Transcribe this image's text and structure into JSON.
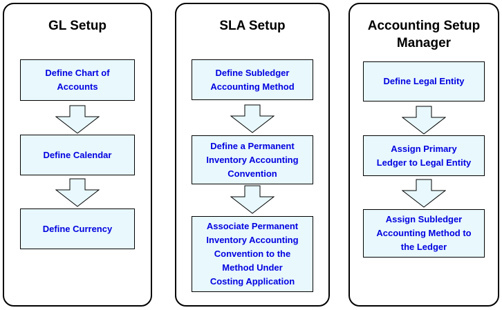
{
  "diagram": {
    "columns": [
      {
        "title": "GL Setup",
        "boxes": [
          "Define Chart of\nAccounts",
          "Define Calendar",
          "Define Currency"
        ]
      },
      {
        "title": "SLA Setup",
        "boxes": [
          "Define Subledger\nAccounting Method",
          "Define a Permanent\nInventory Accounting\nConvention",
          "Associate Permanent\nInventory Accounting\nConvention to the\nMethod Under\nCosting Application"
        ]
      },
      {
        "title": "Accounting Setup\nManager",
        "boxes": [
          "Define Legal Entity",
          "Assign Primary\nLedger to Legal Entity",
          "Assign Subledger\nAccounting Method to\nthe Ledger"
        ]
      }
    ],
    "colors": {
      "box_fill": "#E8F8FC",
      "box_border": "#000000",
      "box_text": "#0000E0",
      "arrow_fill": "#E8F8FC",
      "arrow_outline": "#000000",
      "panel_border": "#000000",
      "title_text": "#000000"
    }
  }
}
